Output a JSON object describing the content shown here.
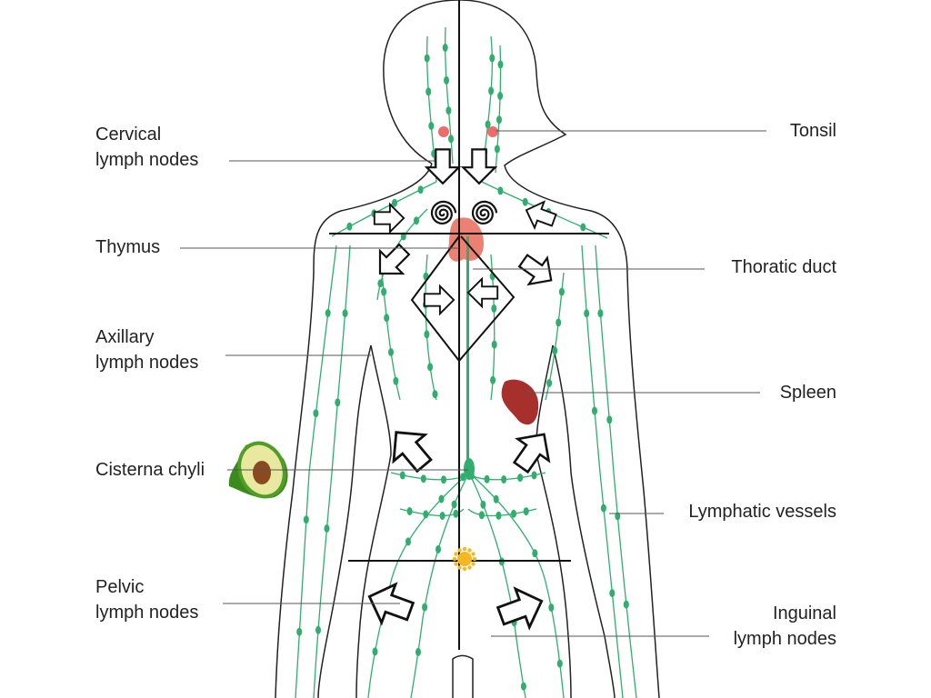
{
  "title": "Lymphatic system diagram",
  "labels": {
    "cervical": [
      "Cervical",
      "lymph nodes"
    ],
    "tonsil": "Tonsil",
    "thymus": "Thymus",
    "thoratic": "Thoratic duct",
    "axillary": [
      "Axillary",
      "lymph nodes"
    ],
    "spleen": "Spleen",
    "cisterna": "Cisterna chyli",
    "vessels": "Lymphatic vessels",
    "pelvic": [
      "Pelvic",
      "lymph nodes"
    ],
    "inguinal": [
      "Inguinal",
      "lymph nodes"
    ]
  },
  "colors": {
    "vessel": "#2fae6e",
    "tonsil": "#ee6b6b",
    "thymus": "#ec8072",
    "spleen": "#a8302c",
    "outline": "#222222"
  }
}
